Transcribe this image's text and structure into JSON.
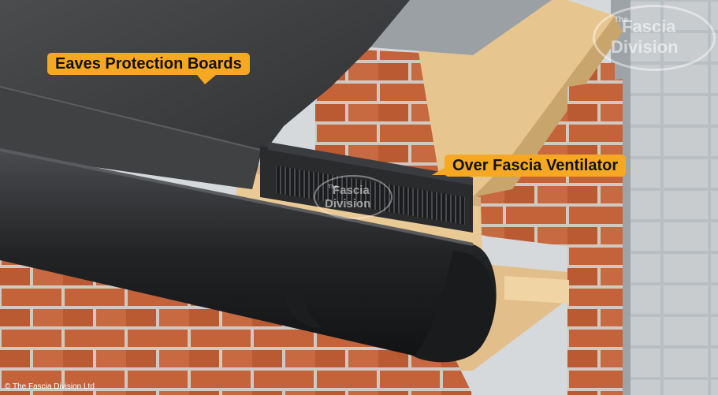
{
  "labels": {
    "eaves": "Eaves Protection Boards",
    "ventilator": "Over Fascia Ventilator"
  },
  "watermark": {
    "the": "The",
    "line1": "Fascia",
    "line2": "Division"
  },
  "copyright": "© The Fascia Division Ltd",
  "colors": {
    "callout": "#f7a823",
    "brick": "#c0663f",
    "mortar": "#c9c4bd",
    "timber": "#e6c48f",
    "membrane": "#3a3b3d",
    "gutter": "#232426",
    "block": "#c4c8cb"
  }
}
